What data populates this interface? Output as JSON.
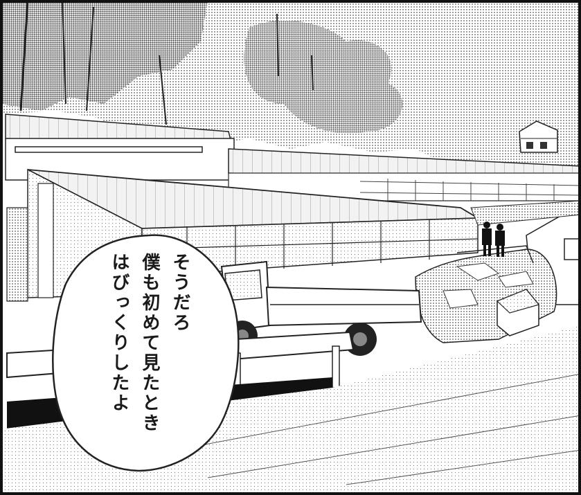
{
  "speech_bubble": {
    "lines": [
      "そうだろ",
      "僕も初めて見たとき",
      "はびっくりしたよ"
    ]
  },
  "colors": {
    "ink": "#1a1a1a",
    "screentone": "#bdbdbd",
    "paper": "#ffffff"
  }
}
